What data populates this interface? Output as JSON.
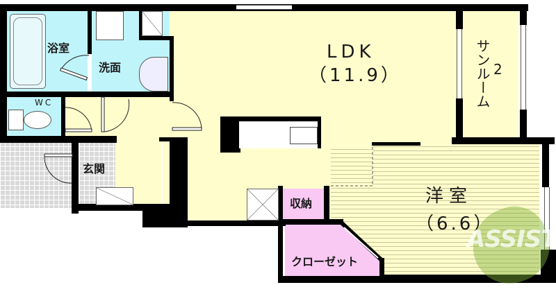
{
  "floorplan": {
    "rooms": {
      "ldk": {
        "name": "LDK",
        "size": "（11.9）"
      },
      "sunroom": {
        "name": "サンルーム",
        "size": "2"
      },
      "western_room": {
        "name": "洋室",
        "size": "（6.6）"
      },
      "bathroom": {
        "name": "浴室"
      },
      "washroom": {
        "name": "洗面"
      },
      "toilet": {
        "name": "WC"
      },
      "entrance": {
        "name": "玄関"
      },
      "storage": {
        "name": "収納"
      },
      "closet": {
        "name": "クローゼット"
      }
    },
    "watermark": {
      "text": "ASSIST"
    },
    "colors": {
      "ldk_floor": "#fffdcc",
      "wet_area": "#bff4fa",
      "storage": "#f9c9f3",
      "wall": "#000000",
      "tile": "#d9d9d9",
      "watermark_green": "#7fb23a",
      "watermark_red": "#e8857a"
    }
  }
}
